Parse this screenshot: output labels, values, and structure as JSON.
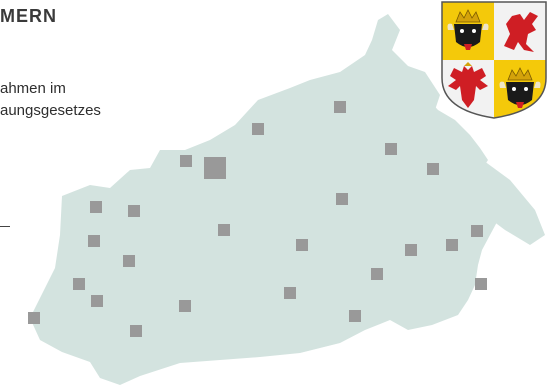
{
  "heading": "MERN",
  "text": {
    "line1": "ahmen im",
    "line2": "aungsgesetzes"
  },
  "colors": {
    "map_fill": "#d3e3df",
    "marker": "#999999",
    "coa_gold": "#f4c90a",
    "coa_white": "#f2f2f2",
    "coa_red": "#cf1e24",
    "coa_black": "#1a1a1a"
  },
  "icons": {
    "coat_of_arms": "coat-of-arms-mecklenburg-vorpommern",
    "map": "mecklenburg-vorpommern-map"
  }
}
